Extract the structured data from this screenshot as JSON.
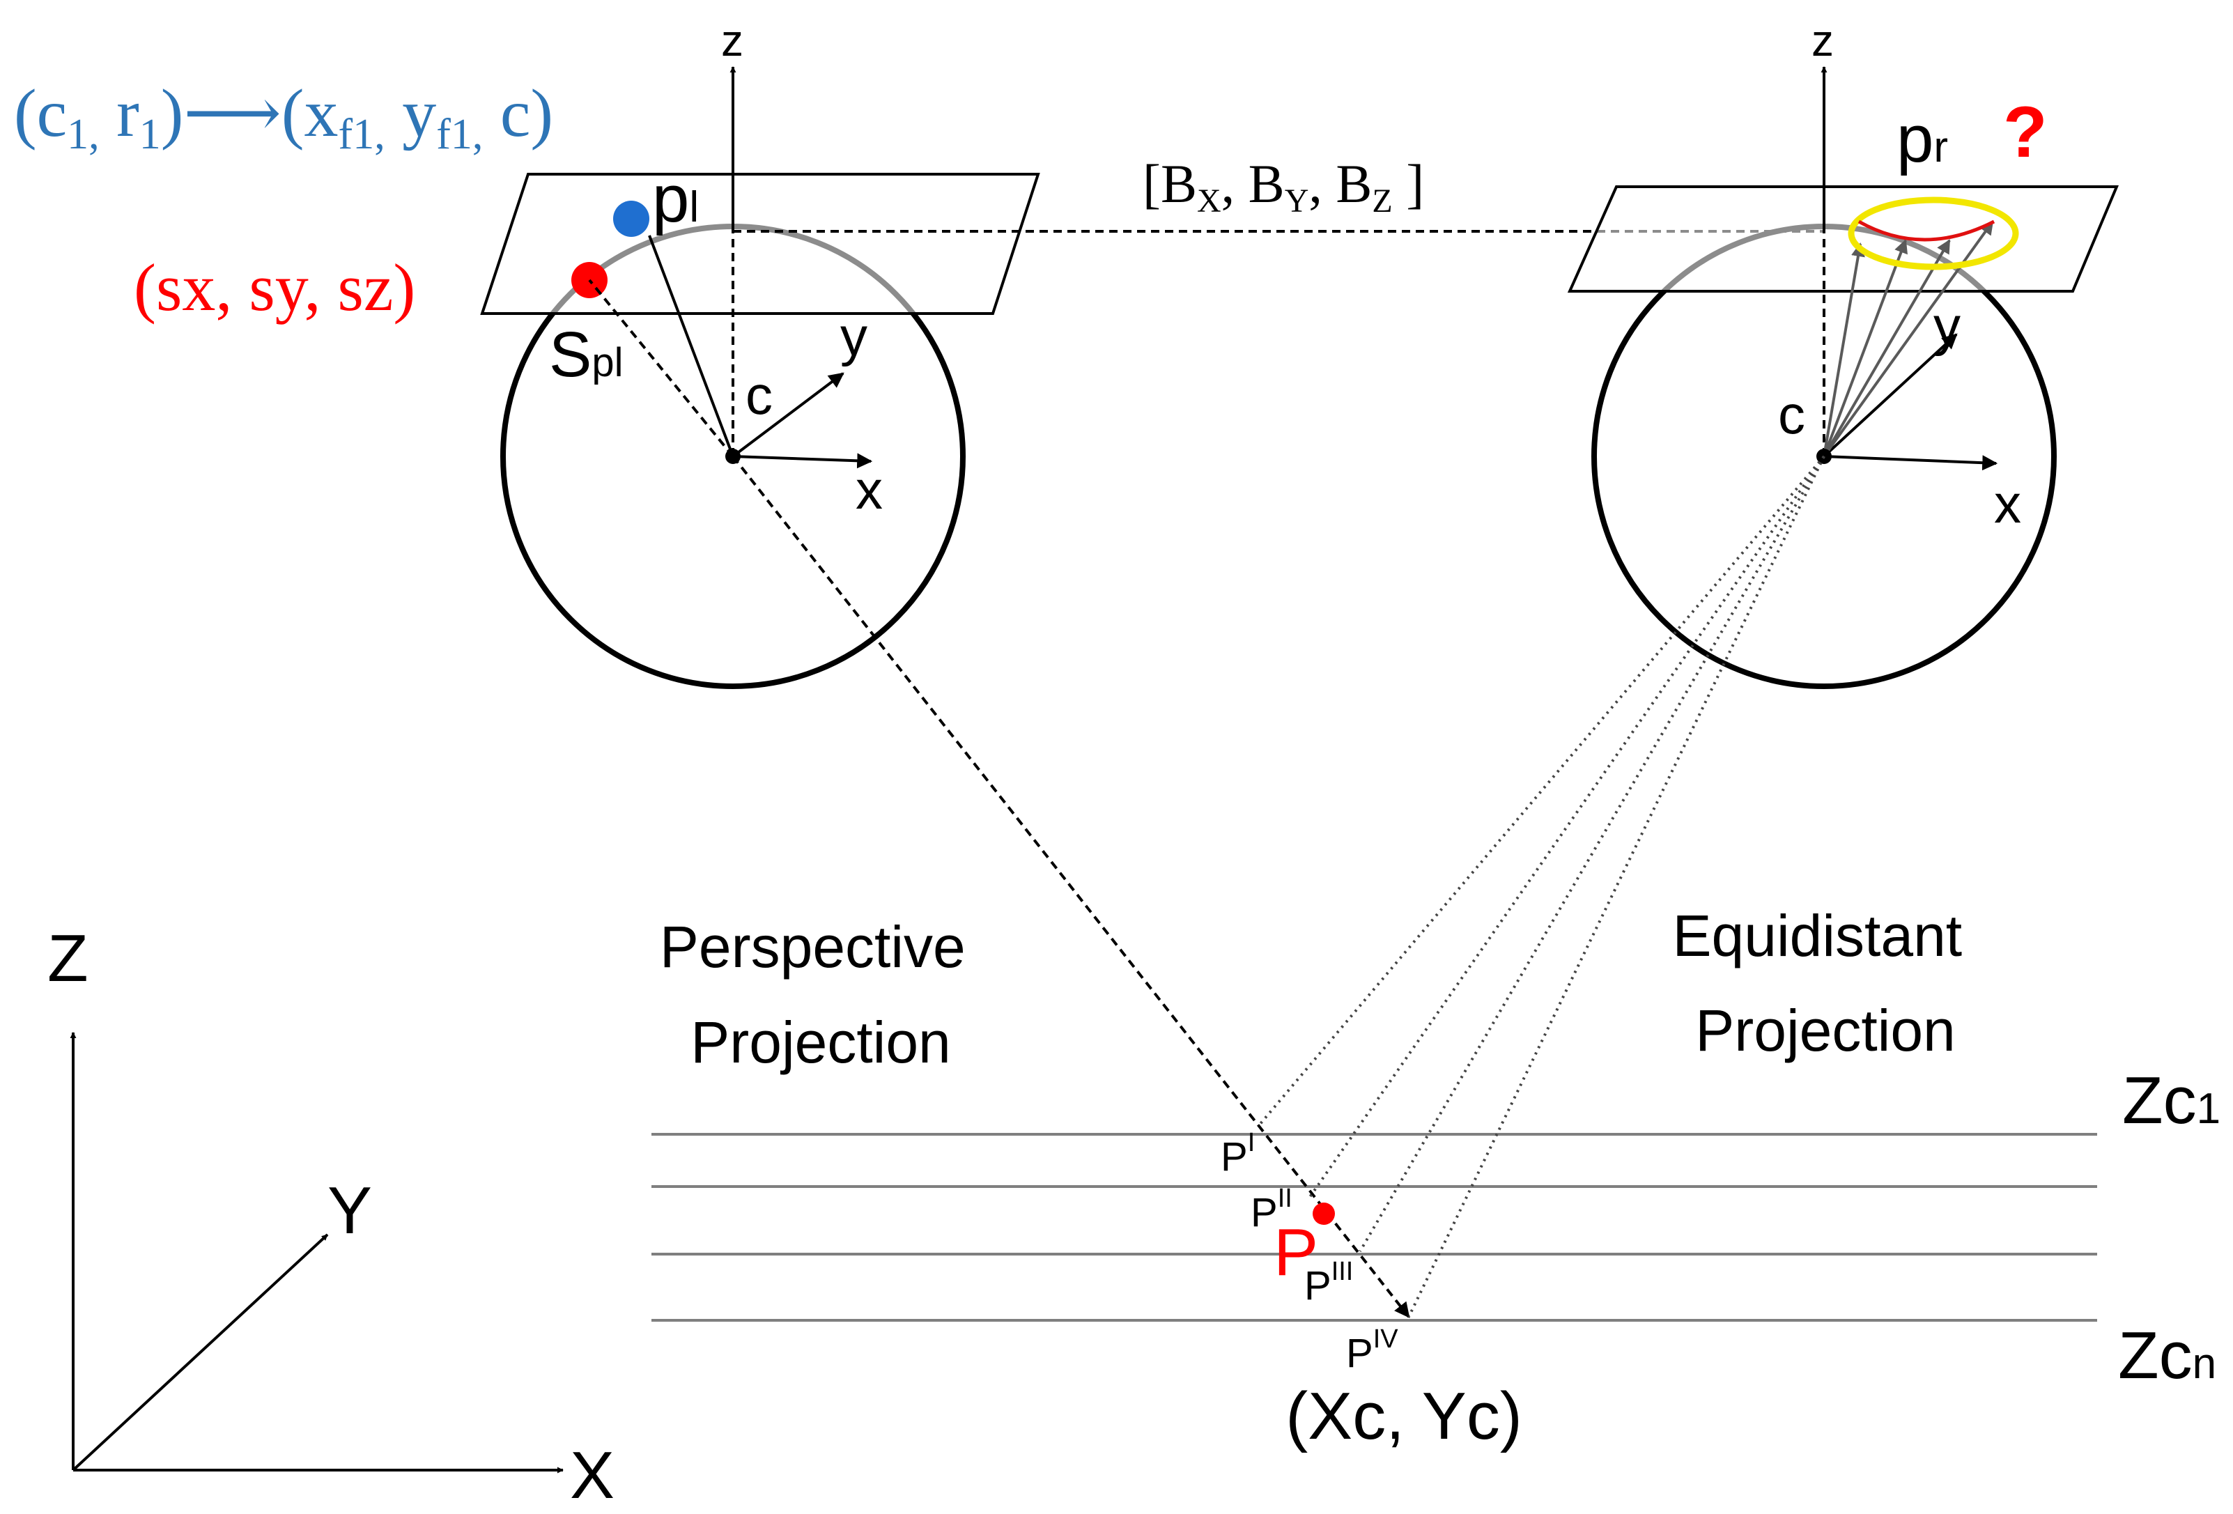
{
  "colors": {
    "ink": "#000000",
    "guide": "#7f7f7f",
    "accent_red": "#ff0000",
    "accent_blue": "#2e75b6",
    "highlight_yellow": "#f2e600",
    "point_blue": "#1f6fd0"
  },
  "left_camera": {
    "axis_z": "z",
    "axis_y": "y",
    "axis_x": "x",
    "center": "c",
    "image_point": {
      "base": "p",
      "sub": "l"
    },
    "sphere_point": {
      "base": "S",
      "sub": "pl"
    },
    "mapping": {
      "a_open": "(c",
      "a_sub1": "1,",
      "a_mid": " r",
      "a_sub2": "1",
      "a_close": ")⟶(x",
      "b_sub1": "f1,",
      "b_mid": " y",
      "b_sub2": "f1,",
      "b_close": " c)"
    },
    "sphere_coords": "(sx, sy, sz)"
  },
  "baseline": {
    "open": "[B",
    "sub_x": "X",
    "sep1": ", B",
    "sub_y": "Y",
    "sep2": ", B",
    "sub_z": "Z",
    "close": " ]"
  },
  "right_camera": {
    "axis_z": "z",
    "axis_y": "y",
    "axis_x": "x",
    "center": "c",
    "image_point": {
      "base": "p",
      "sub": "r"
    },
    "unknown_mark": "?"
  },
  "labels": {
    "perspective": [
      "Perspective",
      "Projection"
    ],
    "equidistant": [
      "Equidistant",
      "Projection"
    ]
  },
  "world_axes": {
    "z": "Z",
    "y": "Y",
    "x": "X"
  },
  "planes": {
    "top": {
      "base": "Zc",
      "sub": "1"
    },
    "bottom": {
      "base": "Zc",
      "sub": "n"
    }
  },
  "points": {
    "p1": {
      "base": "P",
      "sup": "I"
    },
    "p2": {
      "base": "P",
      "sup": "II"
    },
    "p3": {
      "base": "P",
      "sup": "III"
    },
    "p4": {
      "base": "P",
      "sup": "IV"
    },
    "target": "P",
    "ground": "(Xc, Yc)"
  }
}
